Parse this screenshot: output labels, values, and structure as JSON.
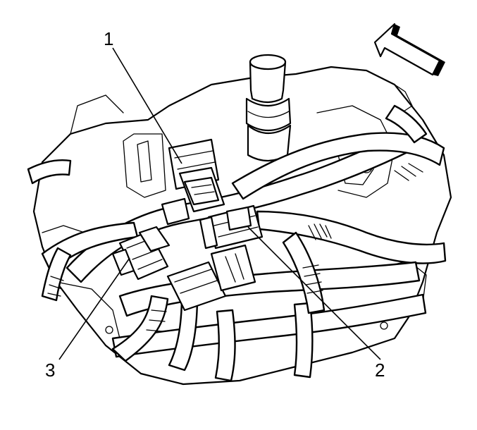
{
  "callouts": {
    "c1": "1",
    "c2": "2",
    "c3": "3"
  },
  "icons": {
    "direction": "front-arrow-icon"
  }
}
